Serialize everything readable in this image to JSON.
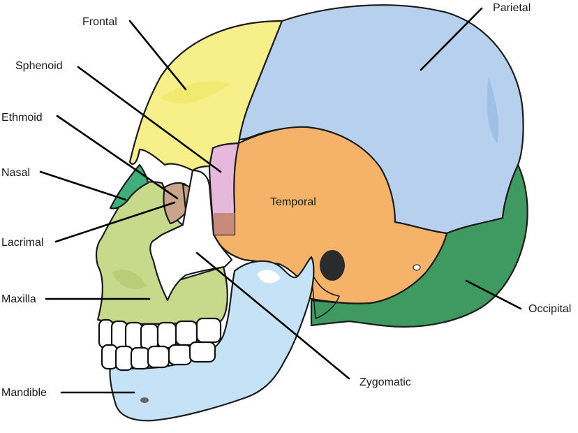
{
  "labels": {
    "frontal": "Frontal",
    "parietal": "Parietal",
    "sphenoid": "Sphenoid",
    "ethmoid": "Ethmoid",
    "nasal": "Nasal",
    "lacrimal": "Lacrimal",
    "maxilla": "Maxilla",
    "mandible": "Mandible",
    "temporal": "Temporal",
    "occipital": "Occipital",
    "zygomatic": "Zygomatic"
  },
  "colors": {
    "frontal": "#f7f08a",
    "parietal": "#b7d0ee",
    "sphenoid": "#e6b8dc",
    "ethmoid": "#c9a58a",
    "nasal": "#3fae7b",
    "lacrimal": "#c99c80",
    "maxilla": "#c7d98a",
    "mandible": "#c6e2f7",
    "temporal": "#f5b36a",
    "occipital": "#3f9a62",
    "zygomatic": "#ffffff"
  }
}
